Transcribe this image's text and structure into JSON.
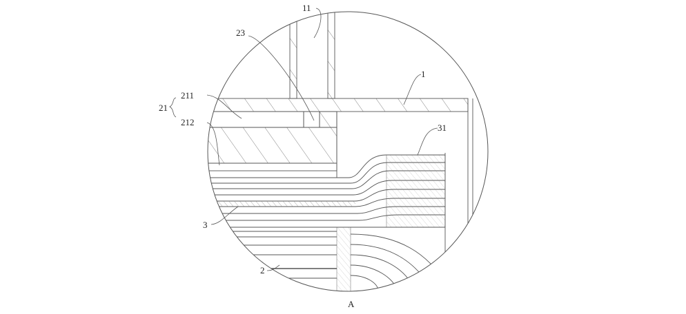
{
  "figure_label": "A",
  "labels": {
    "l11": "11",
    "l23": "23",
    "l1": "1",
    "l211": "211",
    "l21": "21",
    "l212": "212",
    "l31": "31",
    "l3": "3",
    "l2": "2"
  },
  "colors": {
    "line": "#555555",
    "background": "#ffffff"
  }
}
